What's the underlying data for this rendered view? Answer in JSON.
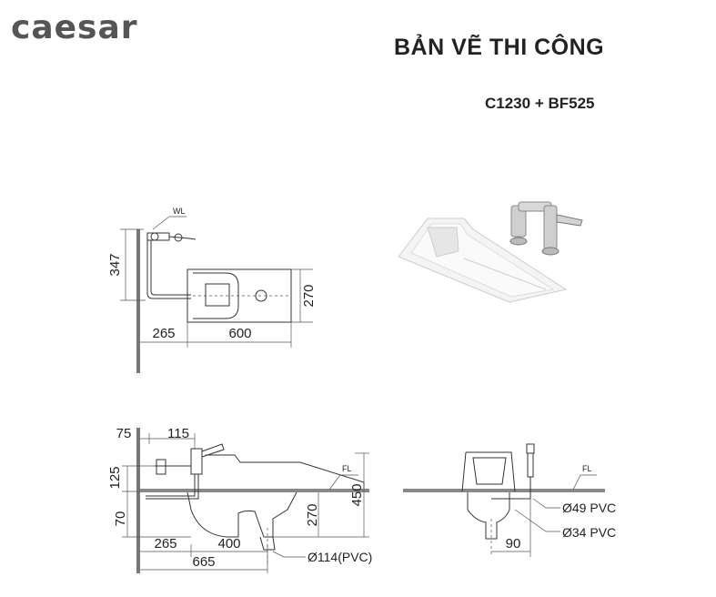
{
  "brand": {
    "logo_text": "caesar"
  },
  "header": {
    "title": "BẢN VẼ THI CÔNG",
    "model": "C1230 + BF525"
  },
  "top_view": {
    "wl_label": "WL",
    "dims": {
      "height_left": "347",
      "height_right": "270",
      "offset": "265",
      "length": "600"
    }
  },
  "side_view": {
    "fl_label": "FL",
    "dims": {
      "d75": "75",
      "d115": "115",
      "d125": "125",
      "d70": "70",
      "d450": "450",
      "d270": "270",
      "d265": "265",
      "d400": "400",
      "d665": "665"
    },
    "pipe_label": "Ø114(PVC)"
  },
  "front_view": {
    "fl_label": "FL",
    "pipe_49": "Ø49 PVC",
    "pipe_34": "Ø34 PVC",
    "d90": "90"
  }
}
